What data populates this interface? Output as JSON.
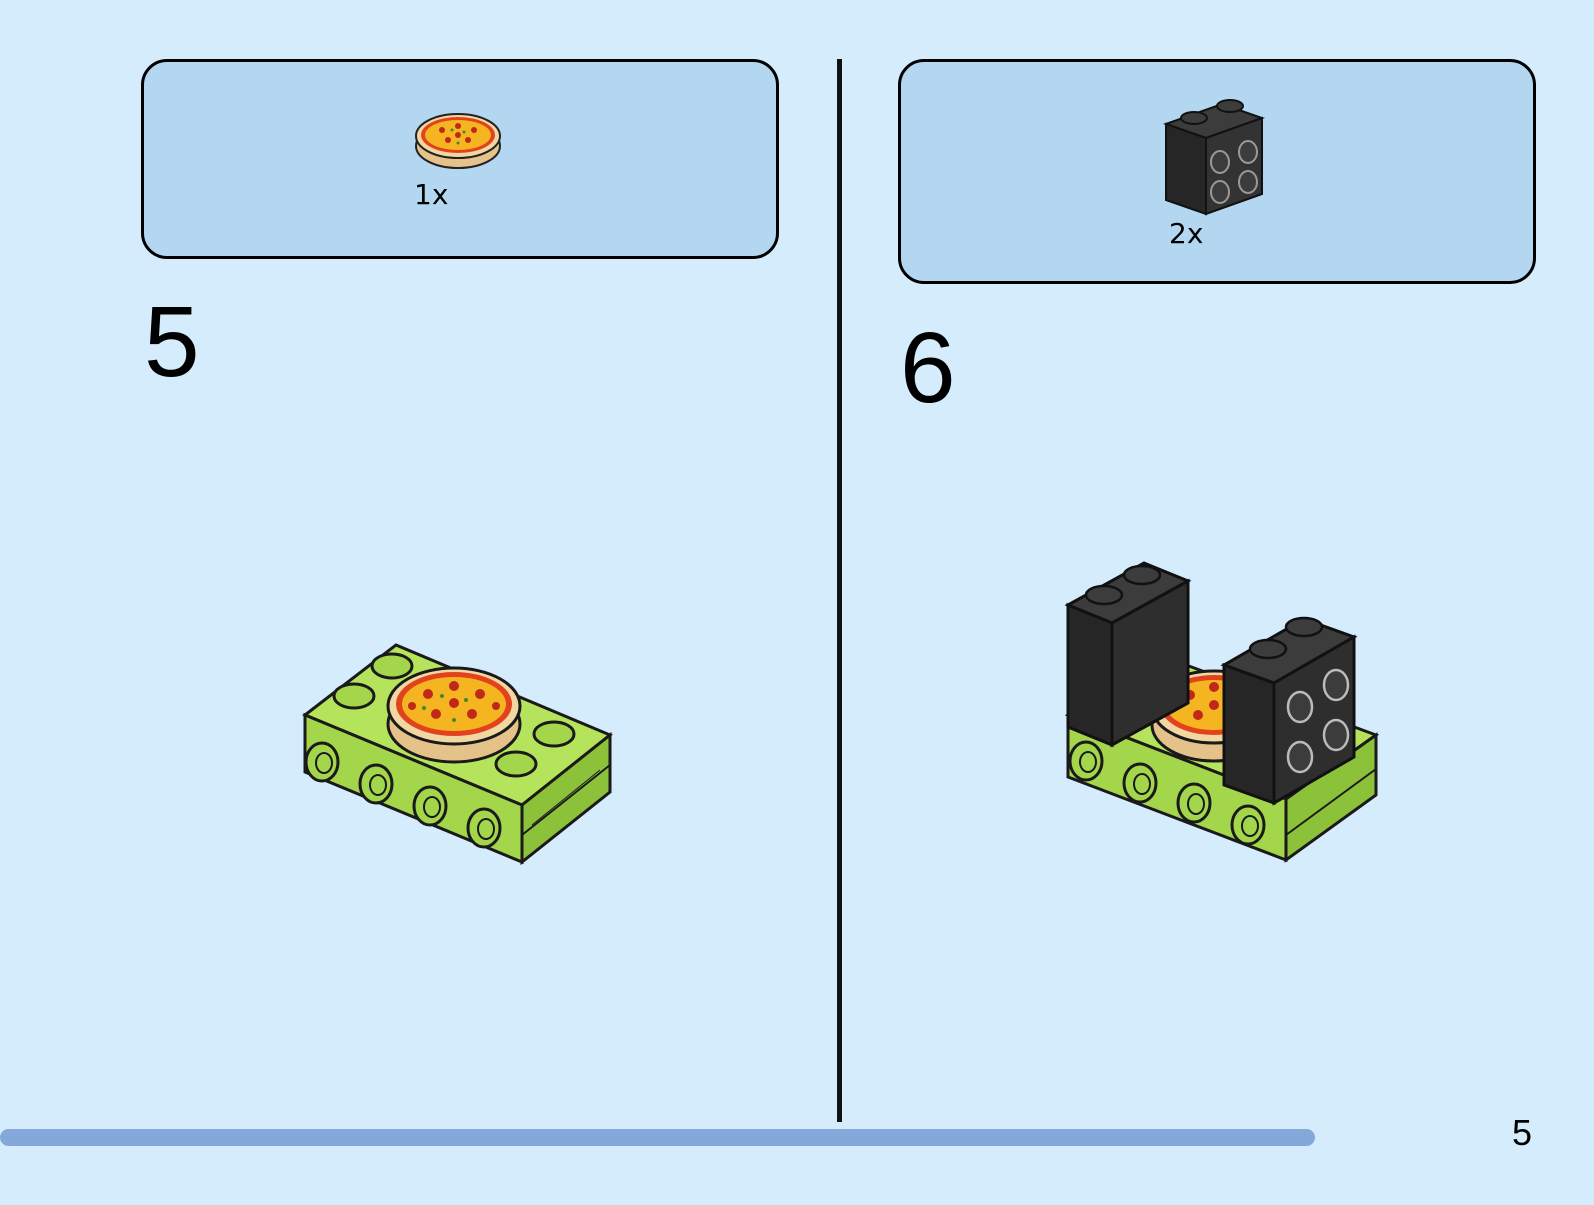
{
  "page": {
    "page_number": "5",
    "progress_fraction": 0.91,
    "colors": {
      "background": "#d4ecfb",
      "parts_box": "#b3d7f0",
      "progress_bar": "#84a8d9",
      "lime_brick": "#a3d64a",
      "black_brick": "#2e2e2e",
      "pizza_tan": "#f2d7a3",
      "pizza_sauce": "#e2431d",
      "pizza_cheese": "#f4b521"
    }
  },
  "steps": [
    {
      "number": "5",
      "parts": [
        {
          "icon": "pizza-tile-round-2x2-icon",
          "quantity": "1x"
        }
      ]
    },
    {
      "number": "6",
      "parts": [
        {
          "icon": "black-brick-1x2x2-with-studs-icon",
          "quantity": "2x"
        }
      ]
    }
  ]
}
